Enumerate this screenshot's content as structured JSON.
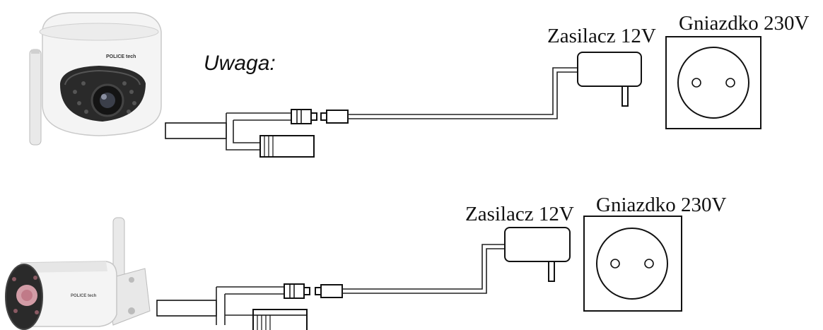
{
  "note": {
    "label": "Uwaga:"
  },
  "setups": [
    {
      "camera": {
        "brand": "POLICE tech"
      },
      "adapter_label": "Zasilacz 12V",
      "socket_label": "Gniazdko 230V"
    },
    {
      "camera": {
        "brand": "POLICE tech"
      },
      "adapter_label": "Zasilacz 12V",
      "socket_label": "Gniazdko 230V"
    }
  ],
  "colors": {
    "line": "#111111",
    "camera_body": "#f4f4f4",
    "lens": "#1a1a1a"
  }
}
